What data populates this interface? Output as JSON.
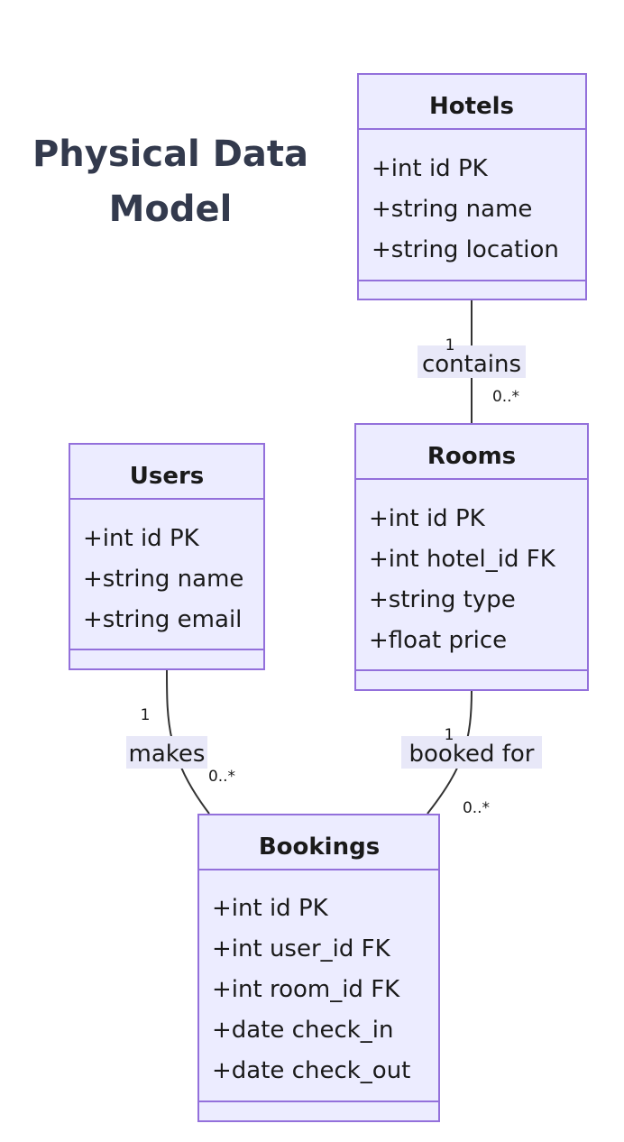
{
  "title_lines": [
    "Physical Data",
    "Model"
  ],
  "classes": {
    "hotels": {
      "name": "Hotels",
      "attributes": [
        "+int id PK",
        "+string name",
        "+string location"
      ]
    },
    "rooms": {
      "name": "Rooms",
      "attributes": [
        "+int id PK",
        "+int hotel_id FK",
        "+string type",
        "+float price"
      ]
    },
    "users": {
      "name": "Users",
      "attributes": [
        "+int id PK",
        "+string name",
        "+string email"
      ]
    },
    "bookings": {
      "name": "Bookings",
      "attributes": [
        "+int id PK",
        "+int user_id FK",
        "+int room_id FK",
        "+date check_in",
        "+date check_out"
      ]
    }
  },
  "relations": {
    "contains": {
      "label": "contains",
      "from_card": "1",
      "to_card": "0..*"
    },
    "makes": {
      "label": "makes",
      "from_card": "1",
      "to_card": "0..*"
    },
    "booked_for": {
      "label": "booked for",
      "from_card": "1",
      "to_card": "0..*"
    }
  },
  "colors": {
    "box_fill": "#ececff",
    "box_stroke": "#9370db",
    "title": "#333a4d",
    "edge": "#333333",
    "label_bg": "#e8e8f8"
  }
}
